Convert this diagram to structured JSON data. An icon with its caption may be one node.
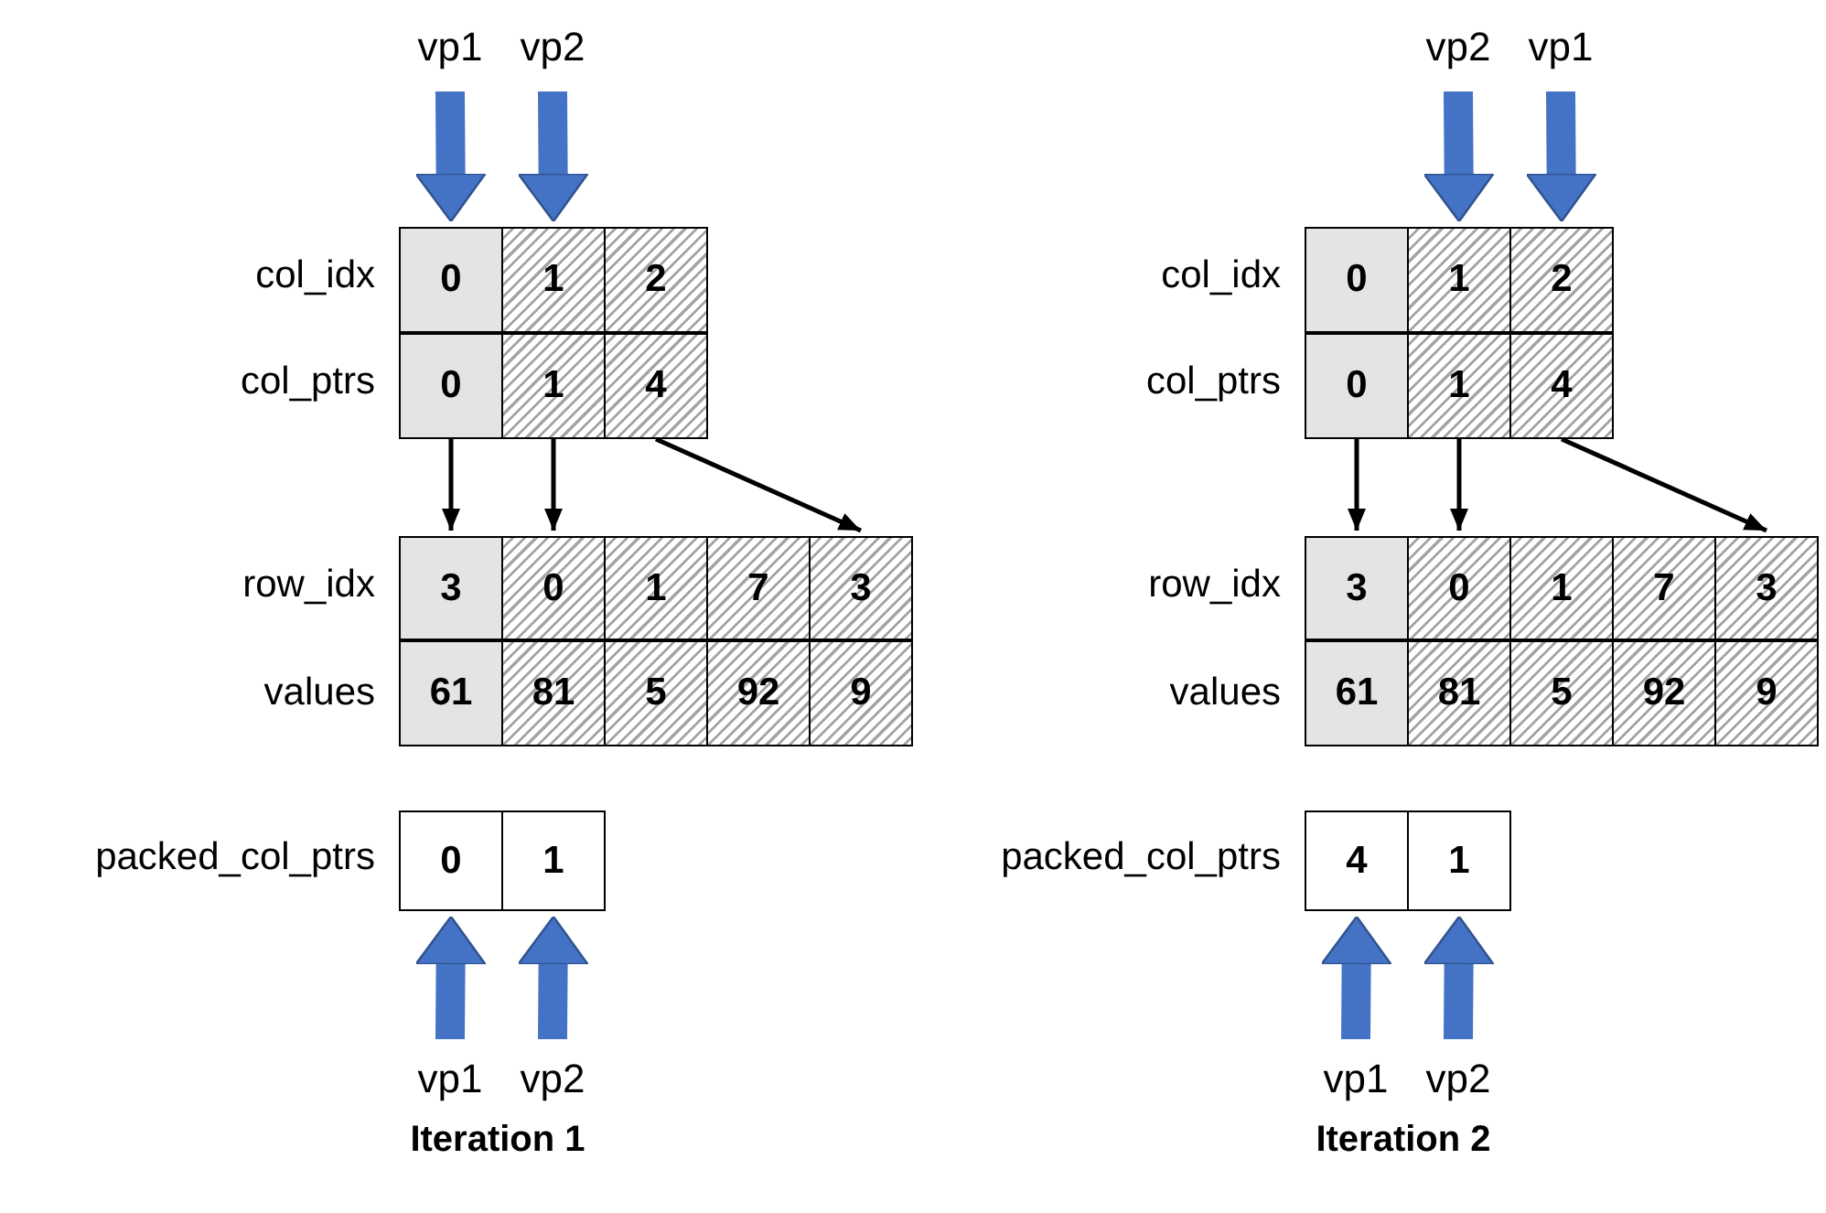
{
  "diagram": {
    "nodes": [
      {
        "text": [
          "vp1"
        ]
      },
      {
        "text": [
          "vp2"
        ]
      },
      {
        "text": [
          "0"
        ]
      },
      {
        "text": [
          "1"
        ]
      },
      {
        "text": [
          "2"
        ]
      },
      {
        "text": [
          "0"
        ]
      },
      {
        "text": [
          "1"
        ]
      },
      {
        "text": [
          "4"
        ]
      },
      {
        "text": [
          "3"
        ]
      },
      {
        "text": [
          "0"
        ]
      },
      {
        "text": [
          "1"
        ]
      },
      {
        "text": [
          "7"
        ]
      },
      {
        "text": [
          "3"
        ]
      },
      {
        "text": [
          "61"
        ]
      },
      {
        "text": [
          "81"
        ]
      },
      {
        "text": [
          "5"
        ]
      },
      {
        "text": [
          "92"
        ]
      },
      {
        "text": [
          "9"
        ]
      },
      {
        "text": [
          "0"
        ]
      },
      {
        "text": [
          "1"
        ]
      },
      {
        "text": [
          "vp1"
        ]
      },
      {
        "text": [
          "vp2"
        ]
      },
      {
        "text": [
          "vp2"
        ]
      },
      {
        "text": [
          "vp1"
        ]
      },
      {
        "text": [
          "0"
        ]
      },
      {
        "text": [
          "1"
        ]
      },
      {
        "text": [
          "2"
        ]
      },
      {
        "text": [
          "0"
        ]
      },
      {
        "text": [
          "1"
        ]
      },
      {
        "text": [
          "4"
        ]
      },
      {
        "text": [
          "3"
        ]
      },
      {
        "text": [
          "0"
        ]
      },
      {
        "text": [
          "1"
        ]
      },
      {
        "text": [
          "7"
        ]
      },
      {
        "text": [
          "3"
        ]
      },
      {
        "text": [
          "61"
        ]
      },
      {
        "text": [
          "81"
        ]
      },
      {
        "text": [
          "5"
        ]
      },
      {
        "text": [
          "92"
        ]
      },
      {
        "text": [
          "9"
        ]
      },
      {
        "text": [
          "4"
        ]
      },
      {
        "text": [
          "1"
        ]
      },
      {
        "text": [
          "vp1"
        ]
      },
      {
        "text": [
          "vp2"
        ]
      }
    ],
    "edges": [
      {
        "from": 0,
        "to": 2,
        "arrow": "to"
      },
      {
        "from": 1,
        "to": 3,
        "arrow": "to"
      },
      {
        "from": 5,
        "to": 8,
        "arrow": "to",
        "color": "#000000"
      },
      {
        "from": 6,
        "to": 9,
        "arrow": "to",
        "color": "#000000"
      },
      {
        "from": 7,
        "to": 12,
        "arrow": "to",
        "color": "#000000"
      },
      {
        "from": 20,
        "to": 18,
        "arrow": "to"
      },
      {
        "from": 21,
        "to": 19,
        "arrow": "to"
      },
      {
        "from": 22,
        "to": 25,
        "arrow": "to"
      },
      {
        "from": 23,
        "to": 26,
        "arrow": "to"
      },
      {
        "from": 27,
        "to": 30,
        "arrow": "to",
        "color": "#000000"
      },
      {
        "from": 28,
        "to": 31,
        "arrow": "to",
        "color": "#000000"
      },
      {
        "from": 29,
        "to": 34,
        "arrow": "to",
        "color": "#000000"
      },
      {
        "from": 42,
        "to": 40,
        "arrow": "to"
      },
      {
        "from": 43,
        "to": 41,
        "arrow": "to"
      }
    ],
    "labels": [
      "col_idx",
      "col_ptrs",
      "row_idx",
      "values",
      "packed_col_ptrs",
      "col_idx",
      "col_ptrs",
      "row_idx",
      "values",
      "packed_col_ptrs",
      "Iteration 1",
      "Iteration 2"
    ]
  }
}
